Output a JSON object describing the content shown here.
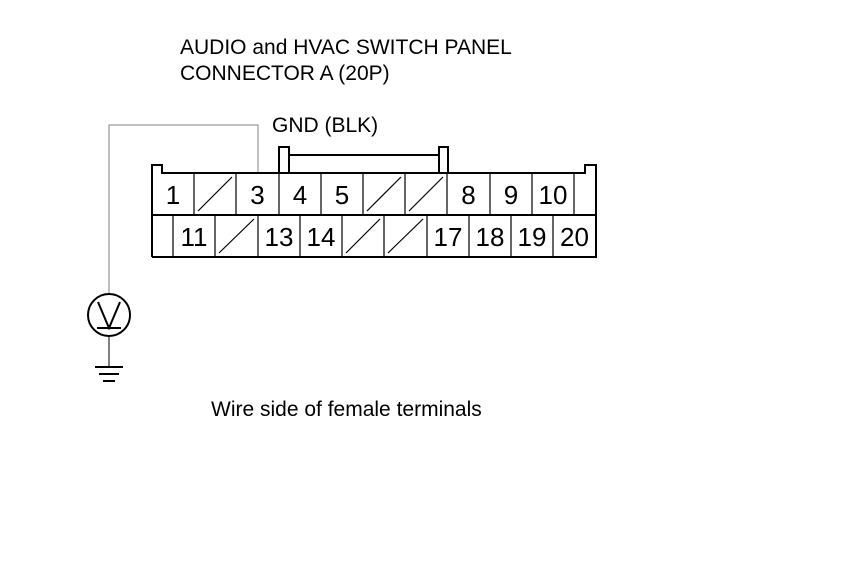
{
  "title": {
    "line1": "AUDIO and HVAC SWITCH PANEL",
    "line2": "CONNECTOR A (20P)"
  },
  "probe_label": "GND (BLK)",
  "caption": "Wire side of female terminals",
  "connector": {
    "top_row": [
      {
        "pin": "1",
        "empty": false
      },
      {
        "pin": "",
        "empty": true
      },
      {
        "pin": "3",
        "empty": false
      },
      {
        "pin": "4",
        "empty": false
      },
      {
        "pin": "5",
        "empty": false
      },
      {
        "pin": "",
        "empty": true
      },
      {
        "pin": "",
        "empty": true
      },
      {
        "pin": "8",
        "empty": false
      },
      {
        "pin": "9",
        "empty": false
      },
      {
        "pin": "10",
        "empty": false
      },
      {
        "pin": "",
        "empty": false
      }
    ],
    "bottom_row": [
      {
        "pin": "",
        "empty": false
      },
      {
        "pin": "11",
        "empty": false
      },
      {
        "pin": "",
        "empty": true
      },
      {
        "pin": "13",
        "empty": false
      },
      {
        "pin": "14",
        "empty": false
      },
      {
        "pin": "",
        "empty": true
      },
      {
        "pin": "",
        "empty": true
      },
      {
        "pin": "17",
        "empty": false
      },
      {
        "pin": "18",
        "empty": false
      },
      {
        "pin": "19",
        "empty": false
      },
      {
        "pin": "20",
        "empty": false
      }
    ]
  },
  "meter_symbol": "voltmeter-icon",
  "ground_symbol": "ground-icon",
  "colors": {
    "line": "#000000",
    "probe_wire": "#808080",
    "background": "#ffffff"
  }
}
